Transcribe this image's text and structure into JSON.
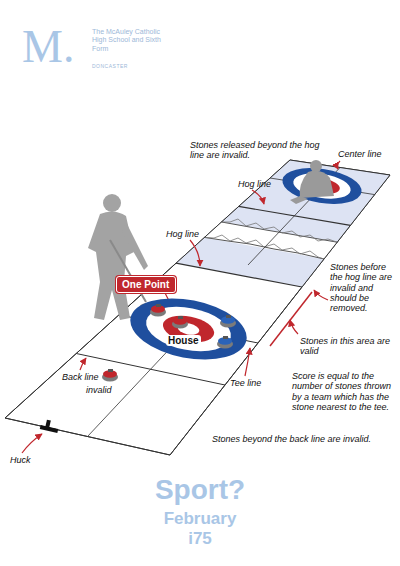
{
  "diagram": {
    "nodes": [
      {
        "text": [
          "One Point"
        ]
      },
      {
        "text": [
          "House"
        ]
      }
    ],
    "labels": [
      "M.",
      "The McAuley Catholic High School and Sixth Form",
      "DONCASTER",
      "Stones released beyond the hog line are invalid.",
      "Center line",
      "Hog line",
      "Hog line",
      "Stones before the hog line are invalid and should be removed.",
      "Stones in this area are valid",
      "Score is equal to the number of stones thrown by a team which has the stone nearest to the tee.",
      "Back line",
      "Tee line",
      "invalid",
      "Huck",
      "Stones beyond the back line are invalid.",
      "Sport?",
      "February",
      "i75"
    ]
  }
}
